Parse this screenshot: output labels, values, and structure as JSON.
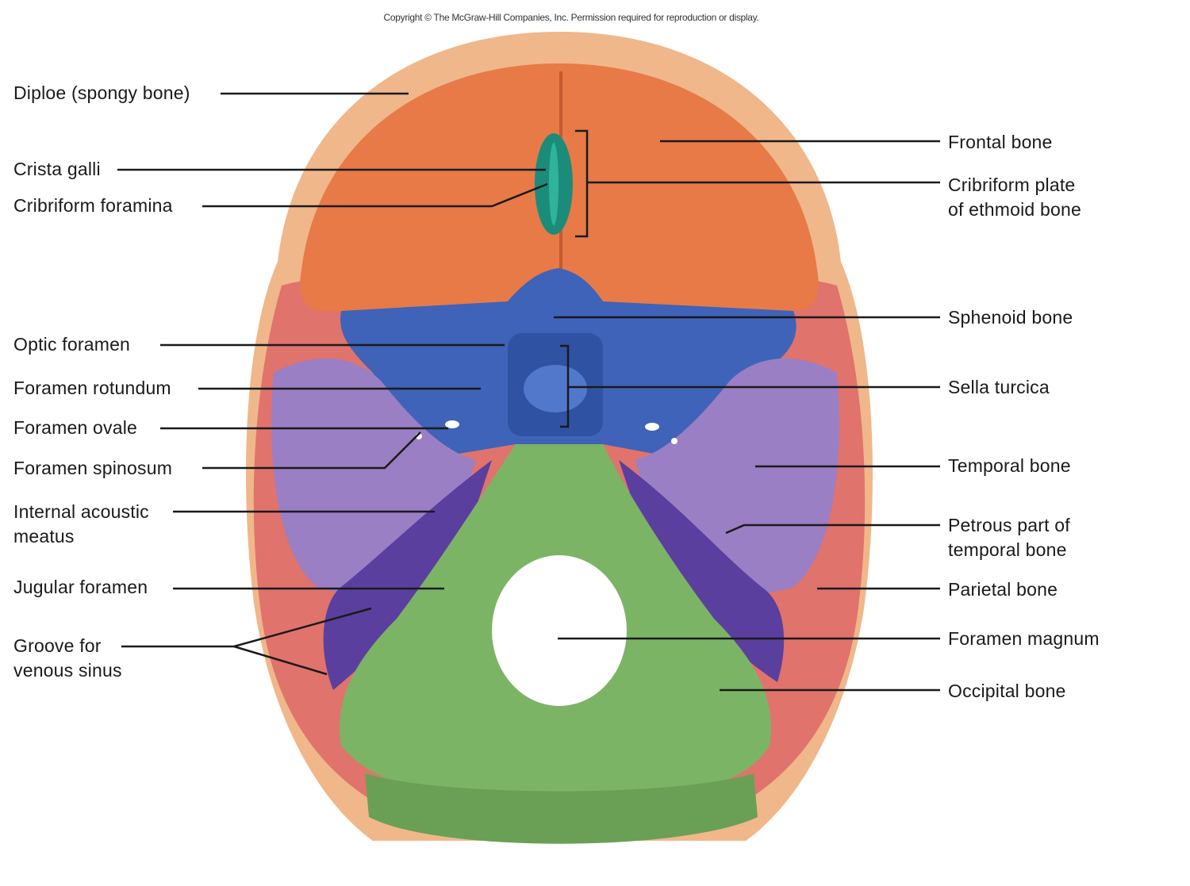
{
  "copyright": "Copyright © The McGraw-Hill Companies, Inc. Permission required for reproduction or display.",
  "colors": {
    "frontal": "#e77a47",
    "diploe": "#f0b78a",
    "ethmoid": "#1c8c7a",
    "sphenoid": "#3f63b8",
    "temporal": "#9a7fc4",
    "petrous": "#5b3f9e",
    "parietal": "#e0736c",
    "occipital": "#7cb466",
    "leader": "#1a1a1a"
  },
  "labels": {
    "left": {
      "diploe": "Diploe (spongy bone)",
      "crista_galli": "Crista galli",
      "cribriform_foramina": "Cribriform foramina",
      "optic_foramen": "Optic foramen",
      "foramen_rotundum": "Foramen rotundum",
      "foramen_ovale": "Foramen ovale",
      "foramen_spinosum": "Foramen spinosum",
      "internal_acoustic_1": "Internal acoustic",
      "internal_acoustic_2": "meatus",
      "jugular_foramen": "Jugular foramen",
      "groove_1": "Groove for",
      "groove_2": "venous sinus"
    },
    "right": {
      "frontal_bone": "Frontal bone",
      "cribriform_plate_1": "Cribriform plate",
      "cribriform_plate_2": "of ethmoid bone",
      "sphenoid_bone": "Sphenoid bone",
      "sella_turcica": "Sella turcica",
      "temporal_bone": "Temporal bone",
      "petrous_1": "Petrous part of",
      "petrous_2": "temporal bone",
      "parietal_bone": "Parietal bone",
      "foramen_magnum": "Foramen magnum",
      "occipital_bone": "Occipital bone"
    }
  }
}
